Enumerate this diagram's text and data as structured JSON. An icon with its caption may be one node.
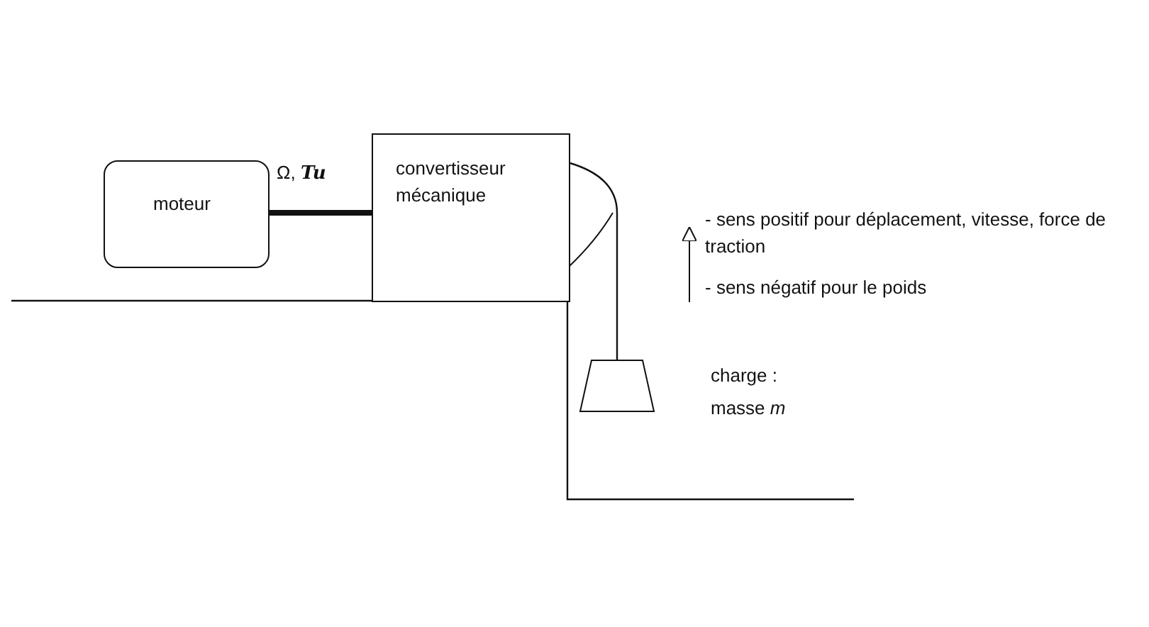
{
  "diagram": {
    "nodes": [
      {
        "text": [
          "moteur"
        ]
      },
      {
        "text": [
          "convertisseur mécanique"
        ]
      },
      {
        "text": [],
        "shape": "trapezoid"
      }
    ],
    "edges": [
      {
        "from": 0,
        "to": 1,
        "arrow": "none",
        "style": "thick",
        "label": "Ω, **Tu**"
      },
      {
        "from": 1,
        "to": 2,
        "arrow": "none"
      }
    ],
    "labels": [
      "- sens positif pour déplacement, vitesse, force de traction",
      "- sens négatif pour le poids",
      "charge :",
      "masse *m*"
    ]
  }
}
